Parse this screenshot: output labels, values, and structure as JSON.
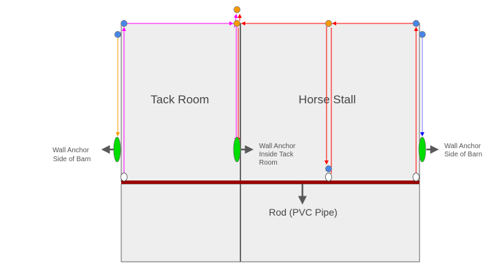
{
  "rooms": {
    "tack_room": "Tack Room",
    "horse_stall": "Horse Stall"
  },
  "labels": {
    "anchor_left": [
      "Wall Anchor",
      "Side of Barn"
    ],
    "anchor_middle": [
      "Wall Anchor",
      "Inside Tack",
      "Room"
    ],
    "anchor_right": [
      "Wall Anchor",
      "Side of Barn"
    ],
    "rod": "Rod (PVC Pipe)"
  },
  "colors": {
    "rod": "#990000",
    "anchor": "#00dd00",
    "pulley_blue": "#4a86e8",
    "pulley_orange": "#ff9900",
    "rope_pink": "#ff00ff",
    "rope_red": "#ff0000",
    "wall": "#eeeeee"
  }
}
